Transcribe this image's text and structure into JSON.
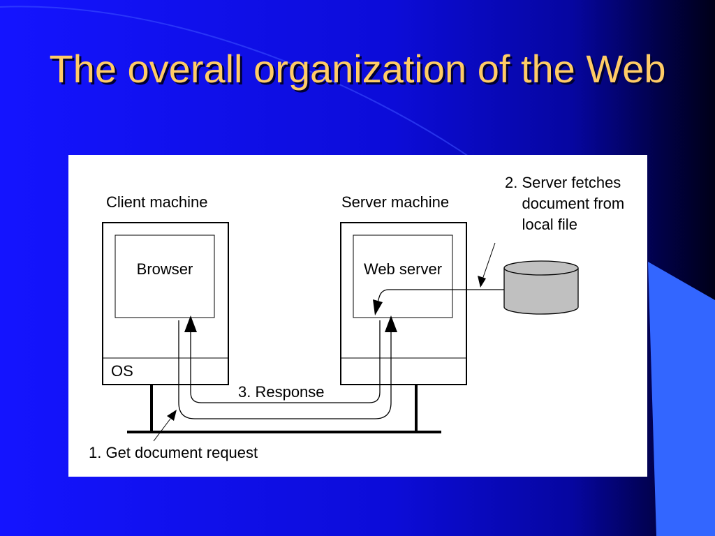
{
  "slide": {
    "title": "The overall organization of the Web"
  },
  "diagram": {
    "client_label": "Client machine",
    "server_label": "Server machine",
    "browser_label": "Browser",
    "web_server_label": "Web server",
    "os_label": "OS",
    "step1_label": "1. Get document request",
    "step2_label": "2. Server fetches\n    document from\n    local file",
    "step3_label": "3. Response"
  },
  "colors": {
    "title": "#ffcc66",
    "disk_fill": "#c0c0c0"
  }
}
